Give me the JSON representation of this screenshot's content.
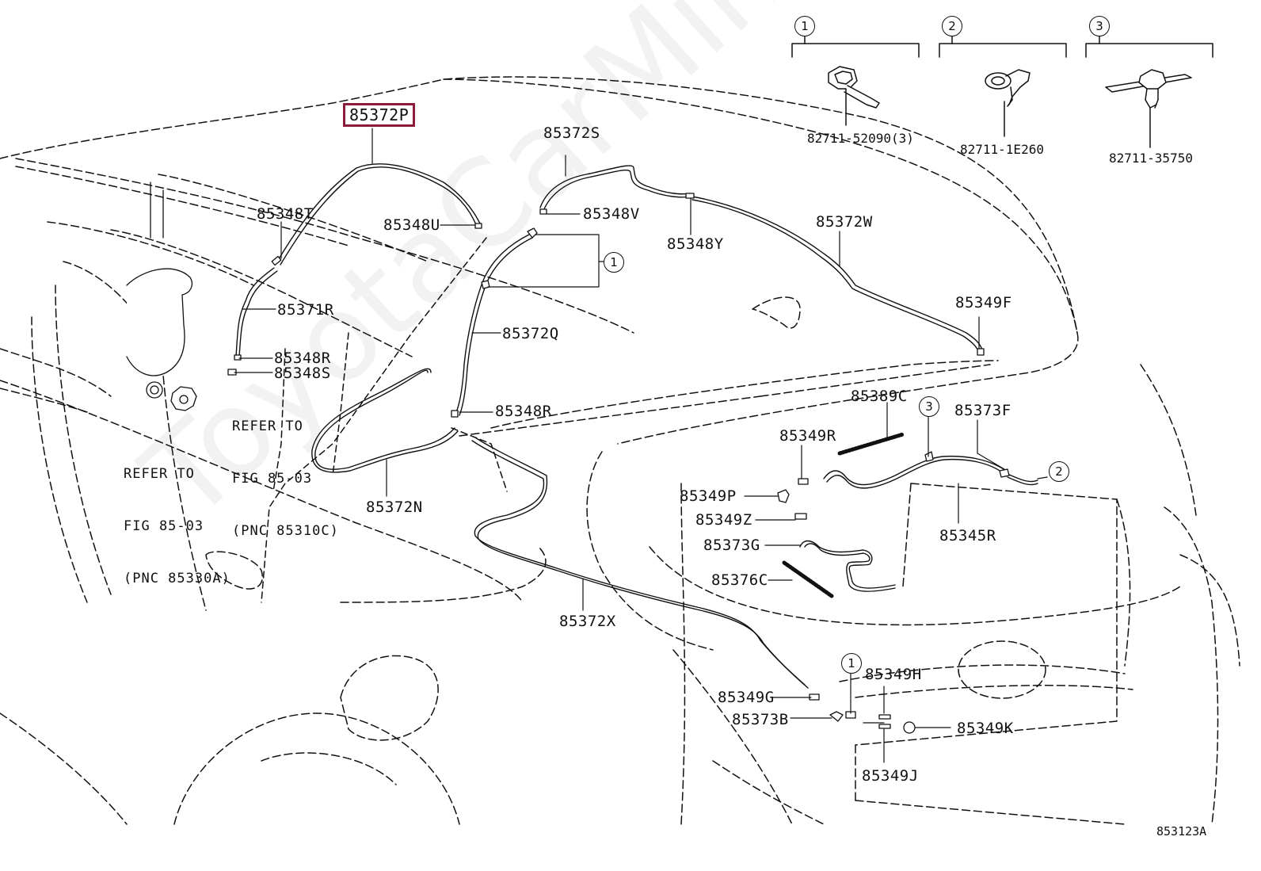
{
  "highlight_color": "#8a1b3a",
  "watermark": "ToyotaCarMine.ru",
  "figure_code": "853123A",
  "inset_parts": [
    {
      "num": "1",
      "code": "82711-52090(3)"
    },
    {
      "num": "2",
      "code": "82711-1E260"
    },
    {
      "num": "3",
      "code": "82711-35750"
    }
  ],
  "labels": {
    "p85372P": "85372P",
    "p85372S": "85372S",
    "p85348T": "85348T",
    "p85348U": "85348U",
    "p85348V": "85348V",
    "p85348Y": "85348Y",
    "p85372W": "85372W",
    "p85371R": "85371R",
    "p85348R_a": "85348R",
    "p85348S": "85348S",
    "p85372Q": "85372Q",
    "p85349F": "85349F",
    "p85348R_b": "85348R",
    "p85389C": "85389C",
    "p85373F": "85373F",
    "p85349R": "85349R",
    "p85372N": "85372N",
    "p85349P": "85349P",
    "p85349Z": "85349Z",
    "p85345R": "85345R",
    "p85373G": "85373G",
    "p85376C": "85376C",
    "p85372X": "85372X",
    "p85349H": "85349H",
    "p85349G": "85349G",
    "p85373B": "85373B",
    "p85349K": "85349K",
    "p85349J": "85349J"
  },
  "callouts": {
    "c1_top": "1",
    "c3_mid": "3",
    "c2_mid": "2",
    "c1_bottom": "1"
  },
  "refer_notes": {
    "note_a": [
      "REFER TO",
      "FIG 85-03",
      "(PNC 85310C)"
    ],
    "note_b": [
      "REFER TO",
      "FIG 85-03",
      "(PNC 85330A)"
    ]
  }
}
